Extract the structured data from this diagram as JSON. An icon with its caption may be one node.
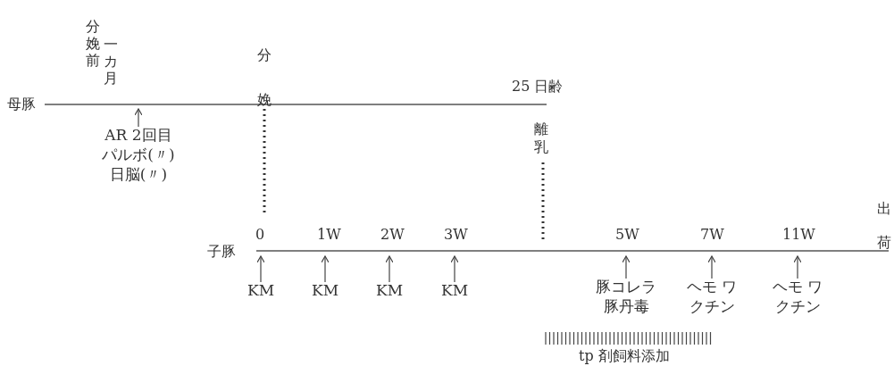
{
  "diagram": {
    "nodes": [
      {
        "text": [
          "AR 2回目",
          "パルボ(〃)",
          "日脳(〃)"
        ]
      },
      {
        "text": [
          "KM"
        ]
      },
      {
        "text": [
          "KM"
        ]
      },
      {
        "text": [
          "KM"
        ]
      },
      {
        "text": [
          "KM"
        ]
      },
      {
        "text": [
          "豚コレラ",
          "豚丹毒"
        ]
      },
      {
        "text": [
          "ヘモ ワクチン"
        ]
      },
      {
        "text": [
          "ヘモ ワクチン"
        ]
      }
    ],
    "edges": [
      {
        "from": 0,
        "to": null,
        "arrow": "to"
      },
      {
        "from": 1,
        "to": null,
        "arrow": "to"
      },
      {
        "from": 2,
        "to": null,
        "arrow": "to"
      },
      {
        "from": 3,
        "to": null,
        "arrow": "to"
      },
      {
        "from": 4,
        "to": null,
        "arrow": "to"
      },
      {
        "from": 5,
        "to": null,
        "arrow": "to"
      },
      {
        "from": 6,
        "to": null,
        "arrow": "to"
      },
      {
        "from": 7,
        "to": null,
        "arrow": "to"
      }
    ],
    "labels": [
      "分娩前",
      "一カ月",
      "分娩",
      "25 日齢",
      "母豚",
      "離乳",
      "出荷",
      "0",
      "1W",
      "2W",
      "3W",
      "5W",
      "7W",
      "11W",
      "子豚",
      "tp 剤飼料添加"
    ]
  }
}
